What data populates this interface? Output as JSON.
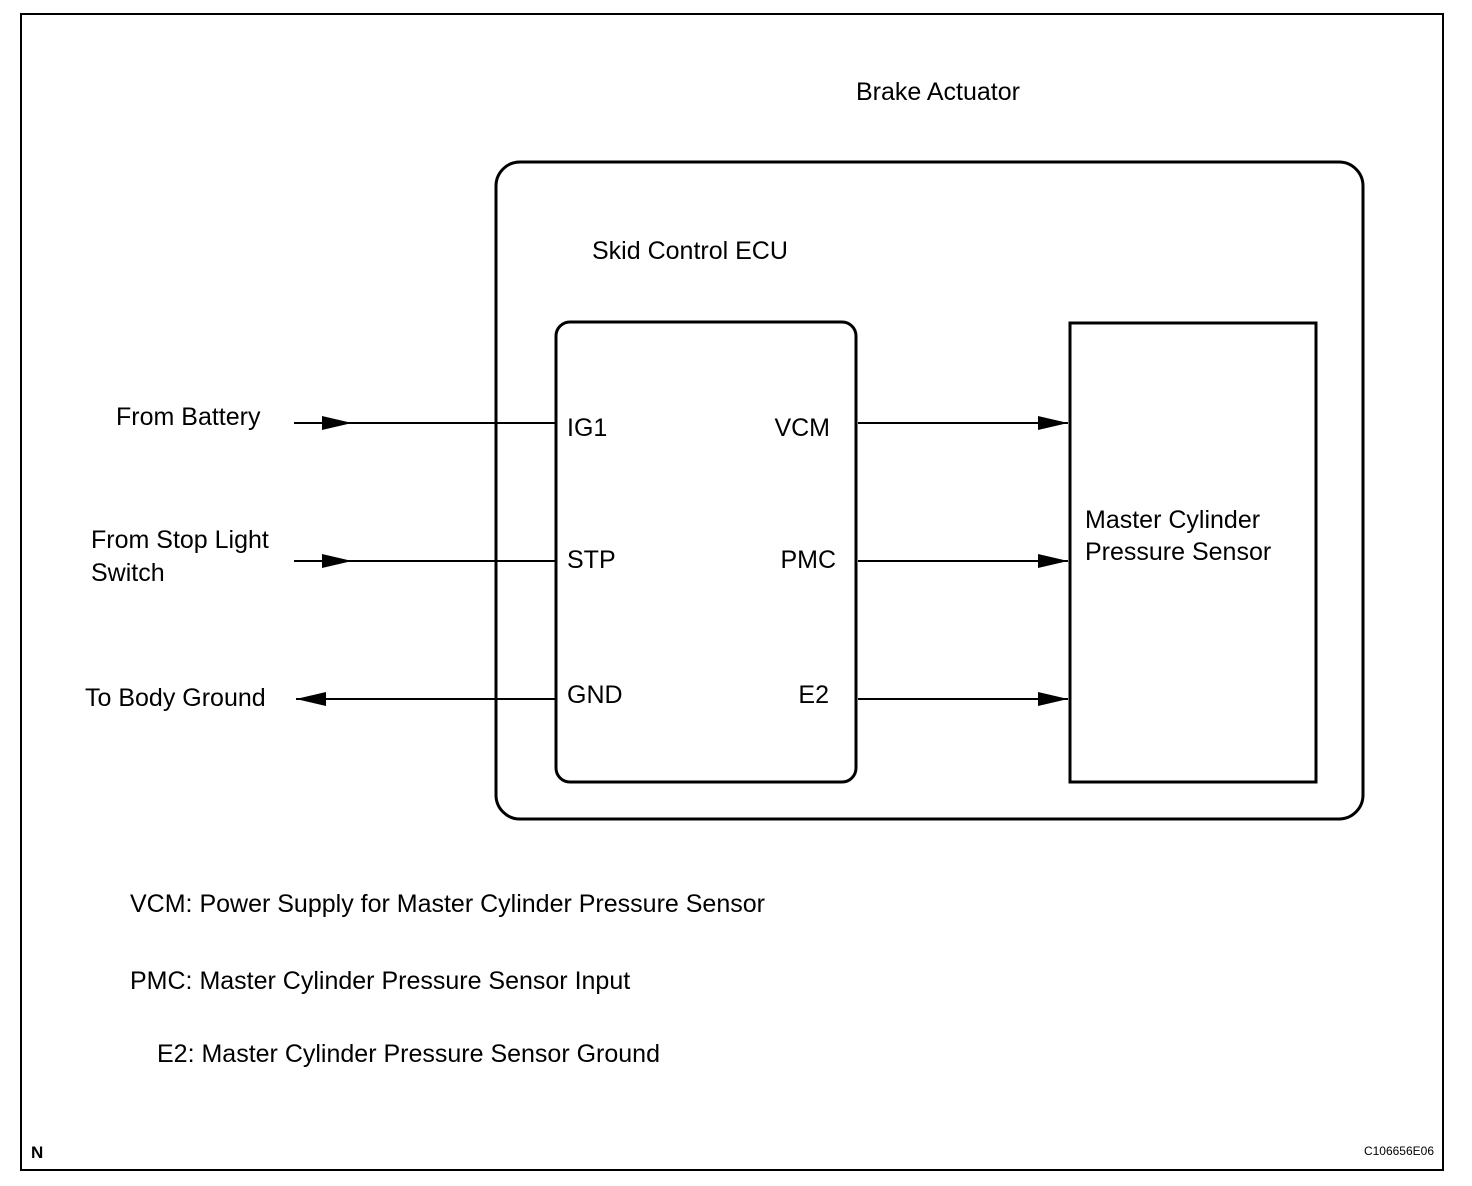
{
  "diagram": {
    "brake_actuator_label": "Brake Actuator",
    "ecu_label": "Skid Control ECU",
    "sensor_label_line1": "Master Cylinder",
    "sensor_label_line2": "Pressure Sensor",
    "inputs": {
      "battery": "From Battery",
      "stop_light_line1": "From Stop Light",
      "stop_light_line2": "Switch",
      "ground": "To Body Ground"
    },
    "pins_left": [
      "IG1",
      "STP",
      "GND"
    ],
    "pins_right": [
      "VCM",
      "PMC",
      "E2"
    ]
  },
  "legend": [
    "VCM: Power Supply for Master Cylinder Pressure Sensor",
    "PMC: Master Cylinder Pressure Sensor Input",
    "E2: Master Cylinder Pressure Sensor Ground"
  ],
  "footer": {
    "corner_mark": "N",
    "figure_code": "C106656E06"
  }
}
